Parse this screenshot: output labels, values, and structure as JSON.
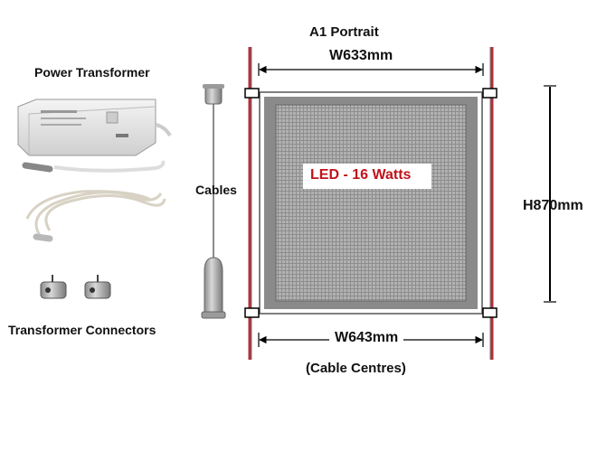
{
  "labels": {
    "title": "A1 Portrait",
    "width_top": "W633mm",
    "width_bottom": "W643mm",
    "height": "H870mm",
    "led": "LED - 16 Watts",
    "cable_centres": "(Cable Centres)",
    "cables": "Cables",
    "power_transformer": "Power Transformer",
    "transformer_connectors": "Transformer Connectors"
  },
  "colors": {
    "cable_red": "#b0303a",
    "led_text": "#c0121a",
    "frame_grey": "#7a7a7a",
    "grid_bg": "#9a9a9a",
    "outline": "#000000"
  },
  "icons": [
    "power-transformer-icon",
    "cable-icon",
    "connector-icon",
    "cable-grip-icon"
  ]
}
